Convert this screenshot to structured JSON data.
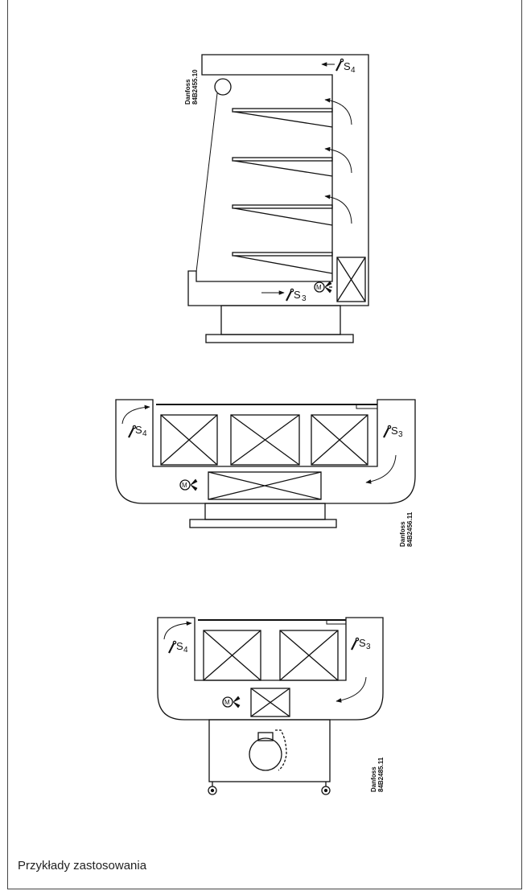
{
  "caption": "Przykłady zastosowania",
  "diagram1": {
    "code_brand": "Danfoss",
    "code_number": "84B2455.10",
    "sensor_a": "S",
    "sensor_a_sub": "4",
    "sensor_b": "S",
    "sensor_b_sub": "3",
    "motor": "M"
  },
  "diagram2": {
    "code_brand": "Danfoss",
    "code_number": "84B2456.11",
    "sensor_a": "S",
    "sensor_a_sub": "4",
    "sensor_b": "S",
    "sensor_b_sub": "3",
    "motor": "M"
  },
  "diagram3": {
    "code_brand": "Danfoss",
    "code_number": "84B2485.11",
    "sensor_a": "S",
    "sensor_a_sub": "4",
    "sensor_b": "S",
    "sensor_b_sub": "3",
    "motor": "M"
  }
}
